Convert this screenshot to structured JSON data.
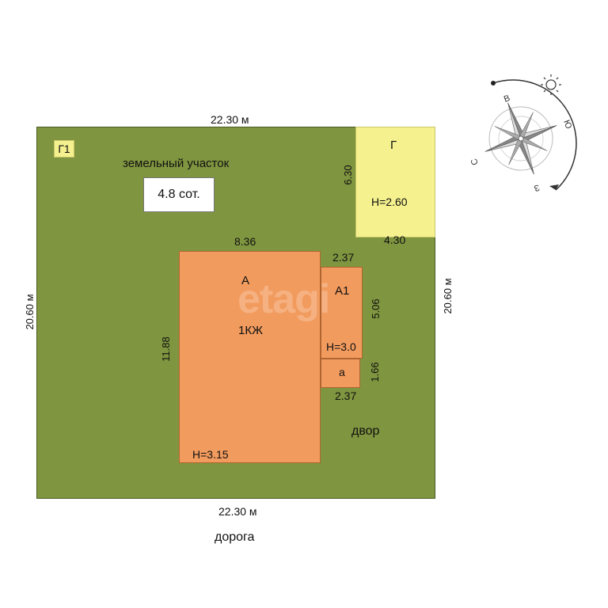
{
  "plot": {
    "top_width": "22.30 м",
    "bottom_width": "22.30 м",
    "left_height": "20.60 м",
    "right_height": "20.60 м",
    "tag": "Г1",
    "title": "земельный участок",
    "area": "4.8 сот.",
    "yard": "двор",
    "road": "дорога",
    "fill_color": "#7f953f"
  },
  "garage": {
    "label": "Г",
    "height_mark": "H=2.60",
    "side": "6.30",
    "bottom": "4.30",
    "fill_color": "#f4f18e"
  },
  "house": {
    "label": "А",
    "type": "1КЖ",
    "top": "8.36",
    "side": "11.88",
    "height_mark": "H=3.15",
    "fill_color": "#f29b5e"
  },
  "extension": {
    "label": "А1",
    "top": "2.37",
    "side": "5.06",
    "height_mark": "H=3.0"
  },
  "porch": {
    "label": "а",
    "side": "1.66",
    "bottom": "2.37"
  },
  "watermark": "etagi",
  "compass": {
    "icons": [
      "compass-rose-icon",
      "sun-icon"
    ],
    "letters": [
      "В",
      "Ю",
      "З",
      "С"
    ]
  }
}
